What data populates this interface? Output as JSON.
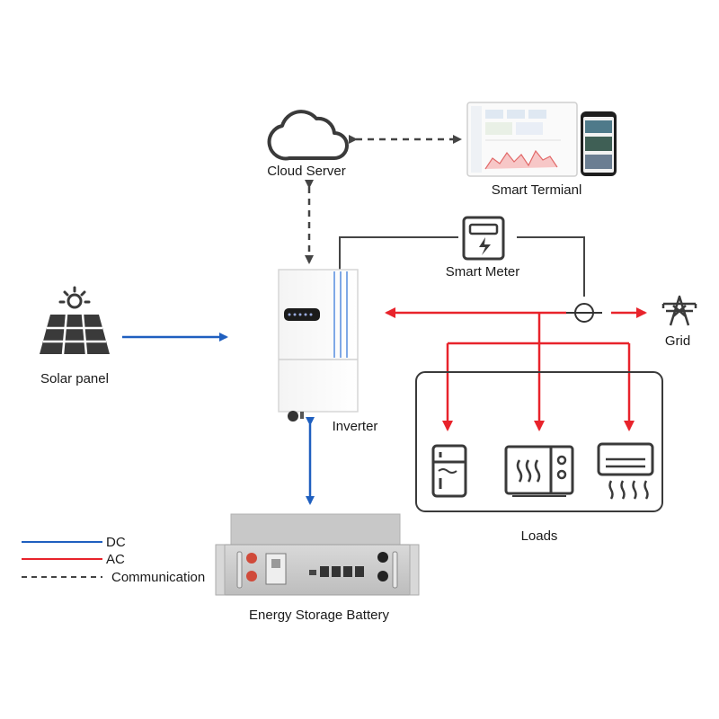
{
  "labels": {
    "cloud_server": "Cloud Server",
    "smart_terminal": "Smart Termianl",
    "smart_meter": "Smart Meter",
    "solar_panel": "Solar panel",
    "inverter": "Inverter",
    "grid": "Grid",
    "loads": "Loads",
    "battery": "Energy Storage Battery"
  },
  "legend": {
    "items": [
      {
        "label": "DC",
        "color": "#1f5fbf",
        "style": "solid"
      },
      {
        "label": "AC",
        "color": "#e8232b",
        "style": "solid"
      },
      {
        "label": "Communication",
        "color": "#444444",
        "style": "dashed"
      }
    ]
  },
  "colors": {
    "dc": "#1f5fbf",
    "ac": "#e8232b",
    "comm": "#444444",
    "icon": "#3a3a3a"
  }
}
